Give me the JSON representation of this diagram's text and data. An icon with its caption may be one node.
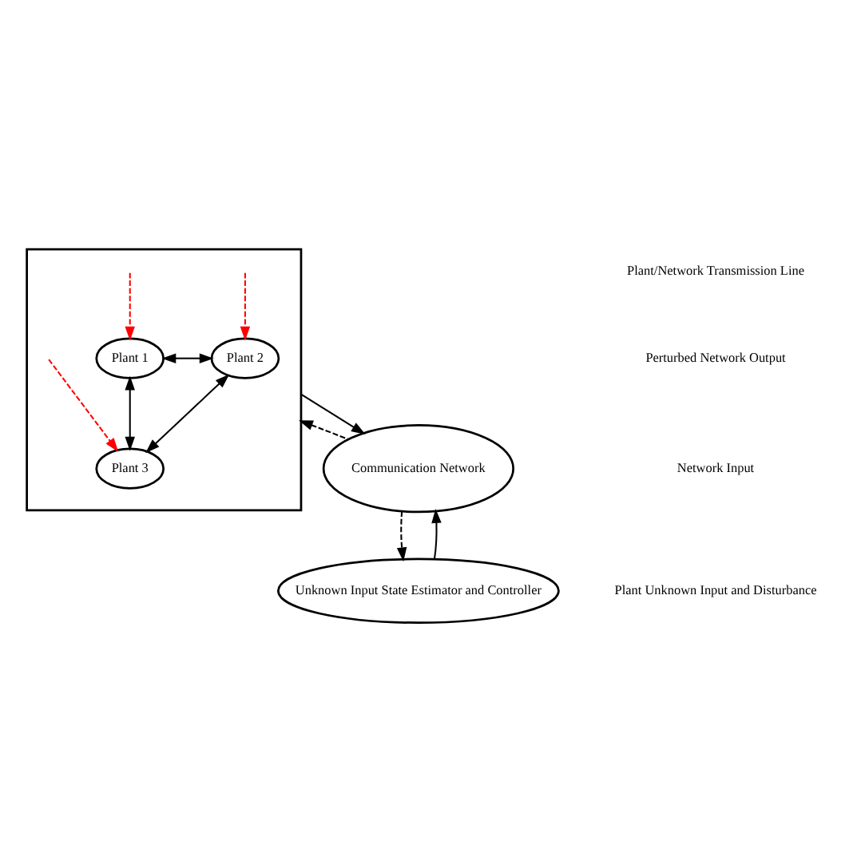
{
  "diagram": {
    "nodes": [
      {
        "text": [],
        "shape": "box"
      },
      {
        "text": [
          "Plant 1"
        ],
        "in": 0
      },
      {
        "text": [
          "Plant 2"
        ],
        "in": 0
      },
      {
        "text": [
          "Plant 3"
        ],
        "in": 0
      },
      {
        "text": [
          "Communication Network"
        ]
      },
      {
        "text": [
          "Unknown Input State Estimator and Controller"
        ]
      }
    ],
    "edges": [
      {
        "from": 1,
        "to": 2,
        "arrow": "both"
      },
      {
        "from": 1,
        "to": 3,
        "arrow": "both"
      },
      {
        "from": 2,
        "to": 3,
        "arrow": "both"
      },
      {
        "from": null,
        "to": 1,
        "arrow": "to",
        "style": "dashed",
        "color": "#ff0000"
      },
      {
        "from": null,
        "to": 2,
        "arrow": "to",
        "style": "dashed",
        "color": "#ff0000"
      },
      {
        "from": null,
        "to": 3,
        "arrow": "to",
        "style": "dashed",
        "color": "#ff0000"
      },
      {
        "from": 4,
        "to": 0,
        "arrow": "to",
        "style": "dashed"
      },
      {
        "from": 0,
        "to": 4,
        "arrow": "to"
      },
      {
        "from": 4,
        "to": 5,
        "arrow": "to",
        "style": "dashed"
      },
      {
        "from": 5,
        "to": 4,
        "arrow": "to"
      }
    ],
    "legend": [
      {
        "text": "Plant/Network Transmission Line"
      },
      {
        "text": "Perturbed Network Output"
      },
      {
        "text": "Network Input"
      },
      {
        "text": "Plant Unknown Input and Disturbance"
      }
    ]
  }
}
